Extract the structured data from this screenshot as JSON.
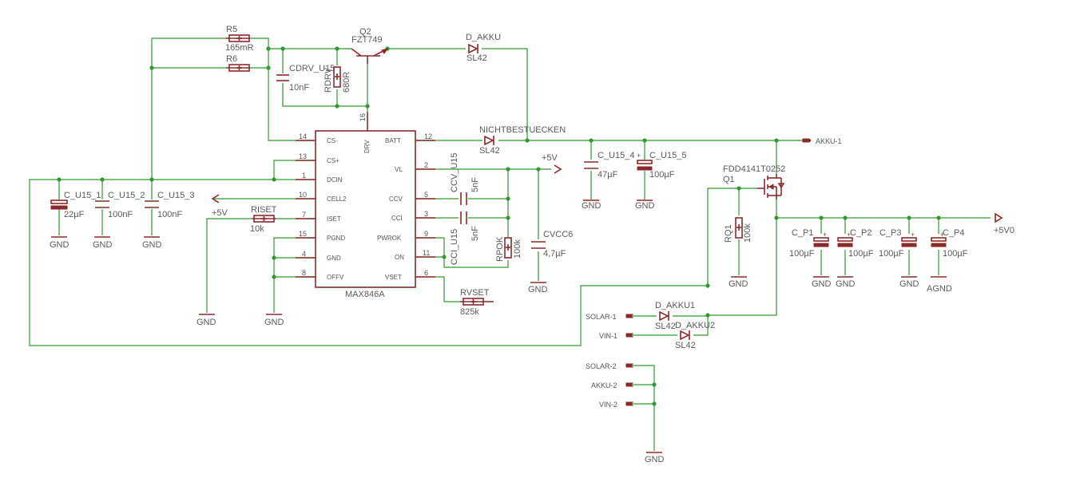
{
  "ic": {
    "name": "MAX846A",
    "drv_label": "DRV",
    "pin16": "16",
    "left_pins": [
      {
        "num": "14",
        "name": "CS-"
      },
      {
        "num": "13",
        "name": "CS+"
      },
      {
        "num": "1",
        "name": "DCIN"
      },
      {
        "num": "10",
        "name": "CELL2"
      },
      {
        "num": "7",
        "name": "ISET"
      },
      {
        "num": "15",
        "name": "PGND"
      },
      {
        "num": "4",
        "name": "GND"
      },
      {
        "num": "8",
        "name": "OFFV"
      }
    ],
    "right_pins": [
      {
        "num": "12",
        "name": "BATT"
      },
      {
        "num": "2",
        "name": "VL"
      },
      {
        "num": "5",
        "name": "CCV"
      },
      {
        "num": "3",
        "name": "CCI"
      },
      {
        "num": "9",
        "name": "PWROK"
      },
      {
        "num": "11",
        "name": "ON"
      },
      {
        "num": "6",
        "name": "VSET"
      }
    ]
  },
  "parts": {
    "r5": {
      "name": "R5",
      "value": "165mR"
    },
    "r6": {
      "name": "R6"
    },
    "q2": {
      "name": "Q2",
      "value": "FZT749"
    },
    "cdrv": {
      "name": "CDRV_U15",
      "value": "10nF"
    },
    "rdrv": {
      "name": "RDRV",
      "value": "680R"
    },
    "d_akku": {
      "name": "D_AKKU",
      "value": "SL42"
    },
    "nb": {
      "name": "NICHTBESTUECKEN",
      "value": "SL42"
    },
    "c_u15_4": {
      "name": "C_U15_4",
      "value": "47µF"
    },
    "c_u15_5": {
      "name": "C_U15_5",
      "value": "100µF"
    },
    "q1": {
      "name": "Q1",
      "value": "FDD4141T0252"
    },
    "rq1": {
      "name": "RQ1",
      "value": "100k"
    },
    "c_u15_1": {
      "name": "C_U15_1",
      "value": "22µF"
    },
    "c_u15_2": {
      "name": "C_U15_2",
      "value": "100nF"
    },
    "c_u15_3": {
      "name": "C_U15_3",
      "value": "100nF"
    },
    "riset": {
      "name": "RISET",
      "value": "10k"
    },
    "ccv": {
      "name": "CCV_U15",
      "value": "5nF"
    },
    "cci": {
      "name": "CCI_U15",
      "value": "5nF"
    },
    "rpok": {
      "name": "RPOK",
      "value": "100k"
    },
    "cvcc6": {
      "name": "CVCC6",
      "value": "4,7µF"
    },
    "rvset": {
      "name": "RVSET",
      "value": "825k"
    },
    "c_p1": {
      "name": "C_P1",
      "value": "100µF"
    },
    "c_p2": {
      "name": "C_P2",
      "value": "100µF"
    },
    "c_p3": {
      "name": "C_P3",
      "value": "100µF"
    },
    "c_p4": {
      "name": "C_P4",
      "value": "100µF"
    },
    "d_akku1": {
      "name": "D_AKKU1",
      "value": "SL42"
    },
    "d_akku2": {
      "name": "D_AKKU2",
      "value": "SL42"
    }
  },
  "nets": {
    "gnd": "GND",
    "agnd": "AGND",
    "plus5v": "+5V",
    "plus5v0": "+5V0",
    "akku1": "AKKU-1",
    "solar1": "SOLAR-1",
    "vin1": "VIN-1",
    "solar2": "SOLAR-2",
    "akku2": "AKKU-2",
    "vin2": "VIN-2"
  }
}
